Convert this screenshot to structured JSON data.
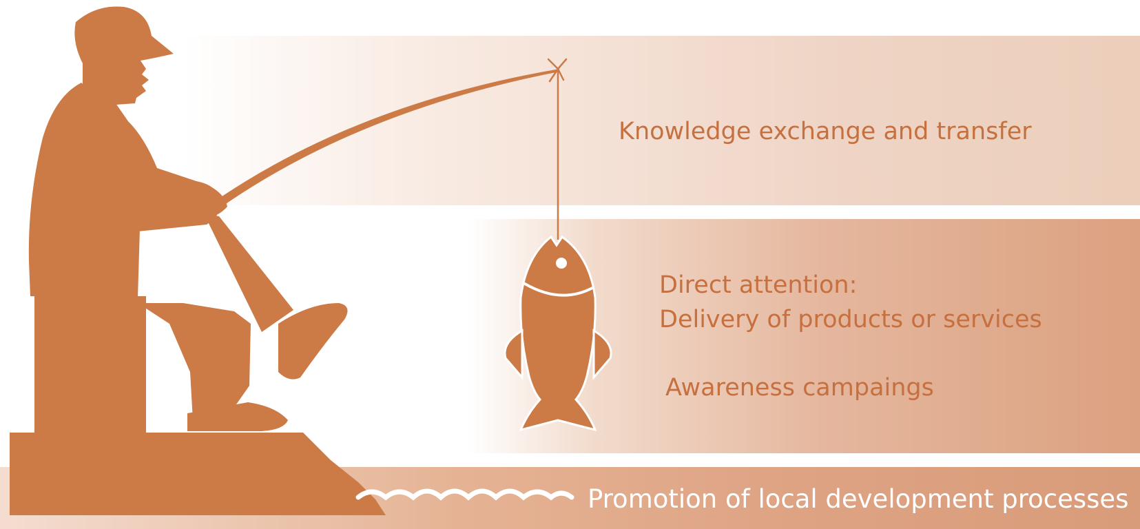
{
  "labels": {
    "knowledge": "Knowledge exchange and transfer",
    "direct": "Direct attention:",
    "delivery": "Delivery of products or services",
    "awareness": "Awareness campaings",
    "promotion": "Promotion of local development processes"
  },
  "colors": {
    "silhouette": "#cd7b46",
    "text": "#c6703f",
    "promotion_text": "#ffffff"
  },
  "icons": [
    "fisherman-icon",
    "fishing-rod-icon",
    "fish-icon",
    "water-waves-icon"
  ]
}
